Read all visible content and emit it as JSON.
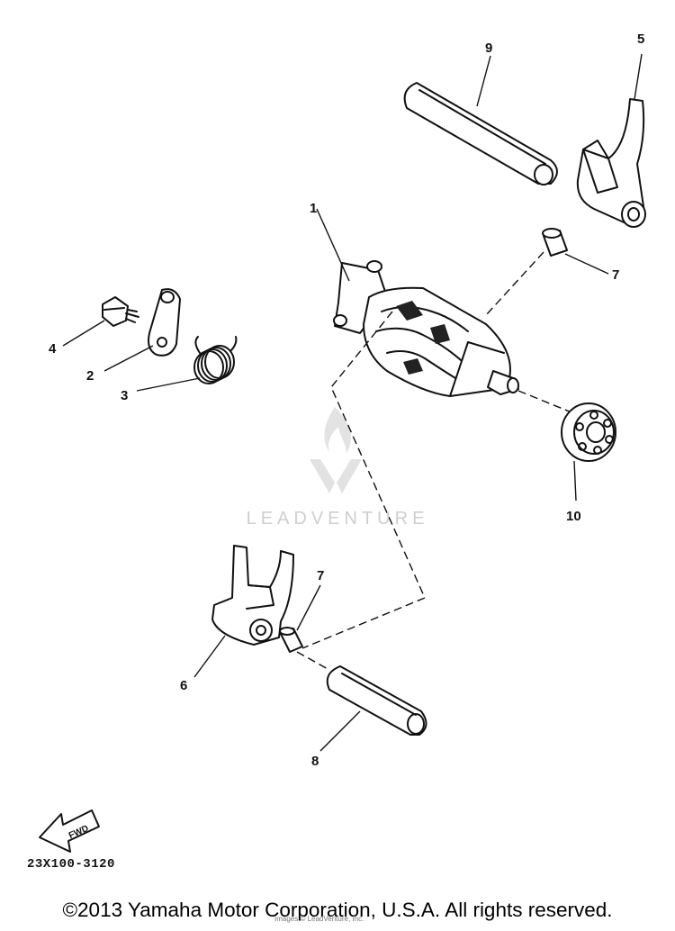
{
  "diagram": {
    "callouts": {
      "c1": "1",
      "c2": "2",
      "c3": "3",
      "c4": "4",
      "c5": "5",
      "c6": "6",
      "c7a": "7",
      "c7b": "7",
      "c8": "8",
      "c9": "9",
      "c10": "10"
    },
    "fwd_label": "FWD",
    "part_code": "23X100-3120"
  },
  "watermark": {
    "brand": "LEADVENTURE",
    "note": "Images © LeadVenture, Inc."
  },
  "footer": {
    "copyright": "©2013 Yamaha Motor Corporation, U.S.A. All rights reserved."
  },
  "colors": {
    "ink": "#111111",
    "background": "#ffffff",
    "watermark": "#cfcfcf"
  }
}
